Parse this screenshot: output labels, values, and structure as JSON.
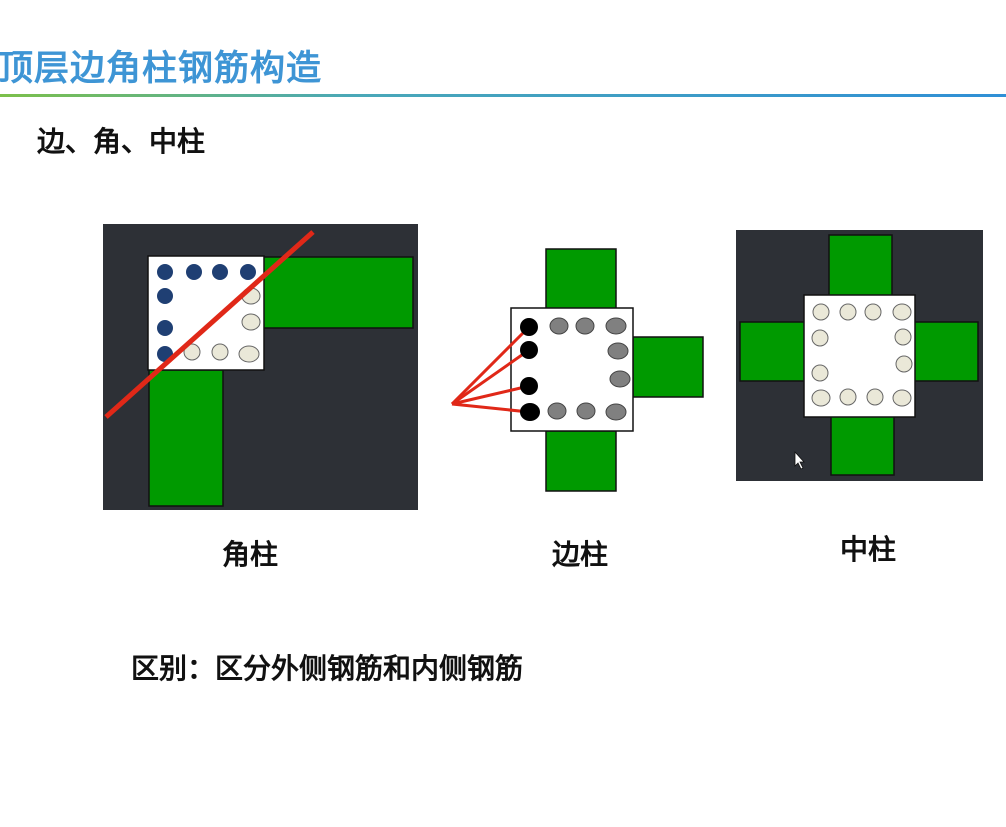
{
  "header": {
    "title": "顶层边角柱钢筋构造"
  },
  "section": {
    "subtitle": "边、角、中柱"
  },
  "figures": {
    "corner": {
      "caption": "角柱"
    },
    "edge": {
      "caption": "边柱"
    },
    "middle": {
      "caption": "中柱"
    }
  },
  "note": {
    "text": "区别：区分外侧钢筋和内侧钢筋"
  },
  "colors": {
    "title": "#3e95d5",
    "beam": "#009a00",
    "board": "#2d3036",
    "outer_bar": "#1f3f73",
    "inner_bar": "#eae8d8",
    "annotation": "#e02818"
  }
}
